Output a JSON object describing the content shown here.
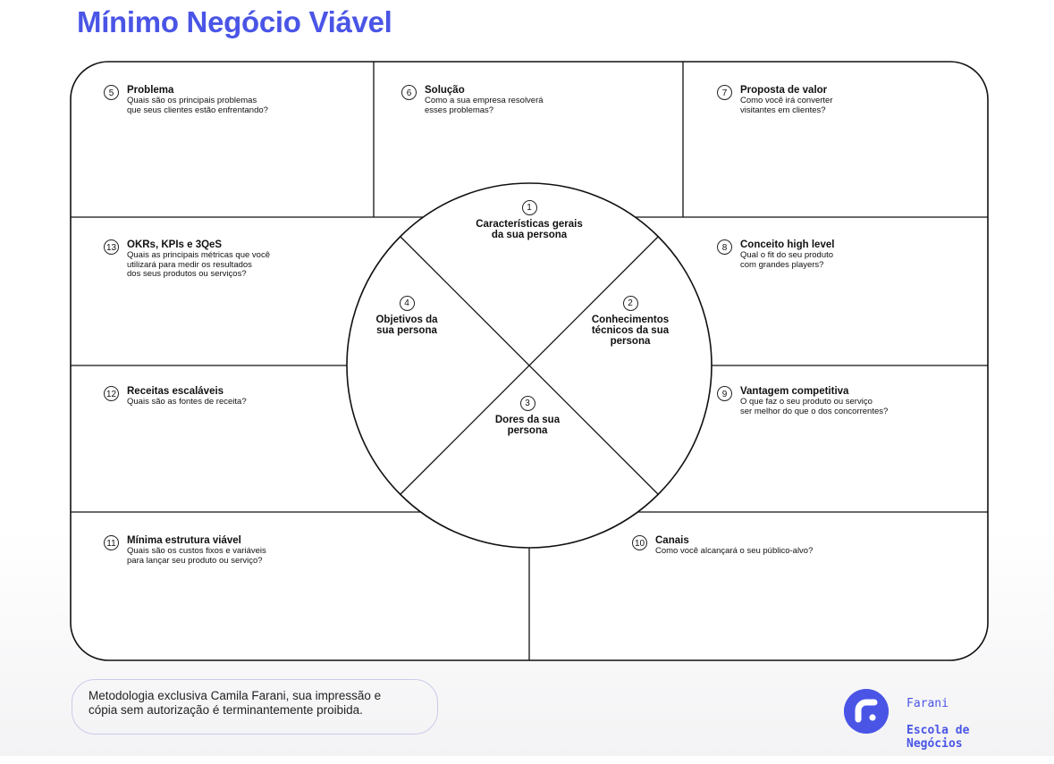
{
  "title": "Mínimo Negócio Viável",
  "cells": [
    {
      "id": "problema",
      "num": "5",
      "name": "Problema",
      "desc": "Quais são os principais problemas\nque seus clientes estão enfrentando?"
    },
    {
      "id": "solucao",
      "num": "6",
      "name": "Solução",
      "desc": "Como a sua empresa resolverá\nesses problemas?"
    },
    {
      "id": "proposta",
      "num": "7",
      "name": "Proposta de valor",
      "desc": "Como você irá converter\nvisitantes em clientes?"
    },
    {
      "id": "okrs",
      "num": "13",
      "name": "OKRs, KPIs e 3QeS",
      "desc": "Quais as principais métricas que você\nutilizará para medir os resultados\ndos seus produtos ou serviços?"
    },
    {
      "id": "conceito",
      "num": "8",
      "name": "Conceito high level",
      "desc": "Qual o fit do seu produto\ncom grandes players?"
    },
    {
      "id": "receitas",
      "num": "12",
      "name": "Receitas escaláveis",
      "desc": "Quais são as fontes de receita?"
    },
    {
      "id": "vantagem",
      "num": "9",
      "name": "Vantagem competitiva",
      "desc": "O que faz o seu produto ou serviço\nser melhor do que o dos concorrentes?"
    },
    {
      "id": "estrutura",
      "num": "11",
      "name": "Mínima estrutura viável",
      "desc": "Quais são os custos fixos e variáveis\npara lançar seu produto ou serviço?"
    },
    {
      "id": "canais",
      "num": "10",
      "name": "Canais",
      "desc": "Como você alcançará o seu público-alvo?"
    }
  ],
  "persona": [
    {
      "id": "caracteristicas",
      "num": "1",
      "name": "Características gerais\nda sua persona"
    },
    {
      "id": "conhecimentos",
      "num": "2",
      "name": "Conhecimentos\ntécnicos da sua\npersona"
    },
    {
      "id": "dores",
      "num": "3",
      "name": "Dores da sua\npersona"
    },
    {
      "id": "objetivos",
      "num": "4",
      "name": "Objetivos da\nsua persona"
    }
  ],
  "footer": {
    "note": "Metodologia exclusiva Camila Farani, sua impressão e\ncópia sem autorização é terminantemente proibida.",
    "brand_line1": "Farani",
    "brand_line2": "Escola de\nNegócios"
  },
  "colors": {
    "accent": "#4a55e6",
    "line": "#111111"
  },
  "icons": {
    "logo": "farani-logo-icon"
  }
}
